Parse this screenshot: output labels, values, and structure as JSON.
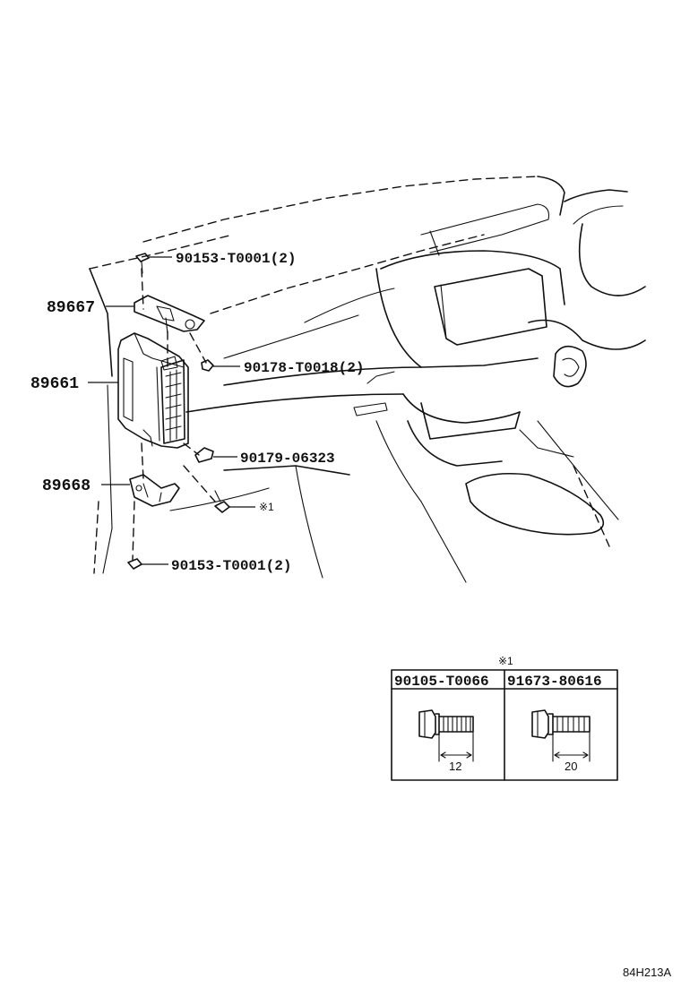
{
  "parts": {
    "bracket_upper": "89667",
    "ecu": "89661",
    "bracket_lower": "89668",
    "bolt_top": "90153-T0001(2)",
    "clip": "90178-T0018(2)",
    "nut": "90179-06323",
    "bolt_ref": "※1",
    "bolt_bottom": "90153-T0001(2)"
  },
  "table": {
    "title": "※1",
    "col1": "90105-T0066",
    "col2": "91673-80616",
    "dim1": "12",
    "dim2": "20"
  },
  "diagram_code": "84H213A"
}
